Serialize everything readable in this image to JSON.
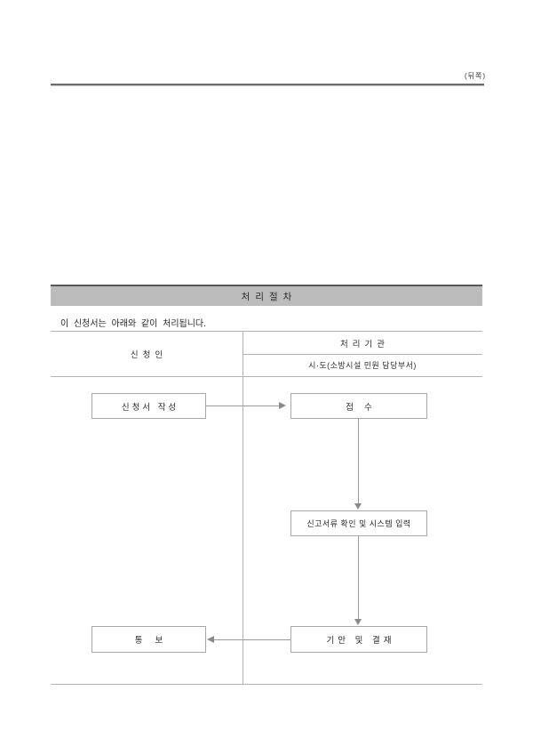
{
  "page": {
    "back_label": "(뒤쪽)"
  },
  "section": {
    "title": "처리절차",
    "intro": "이 신청서는 아래와 같이 처리됩니다."
  },
  "table": {
    "applicant_header": "신청인",
    "agency_header": "처리기관",
    "agency_sub_header": "시·도(소방시설 민원 담당부서)"
  },
  "flowchart": {
    "steps": {
      "write": "신청서 작성",
      "receipt": "접수",
      "check": "신고서류 확인 및 시스템 입력",
      "draft": "기안 및 결재",
      "notify": "통보"
    }
  },
  "colors": {
    "ink": "#2f2f2f",
    "line": "#9a9a9a",
    "table_border": "#b3b3b3",
    "box_border": "#a8a8a8",
    "arrow": "#8a8a8a",
    "header_bar_bg": "#bcbcbc",
    "header_bar_top": "#565656"
  }
}
